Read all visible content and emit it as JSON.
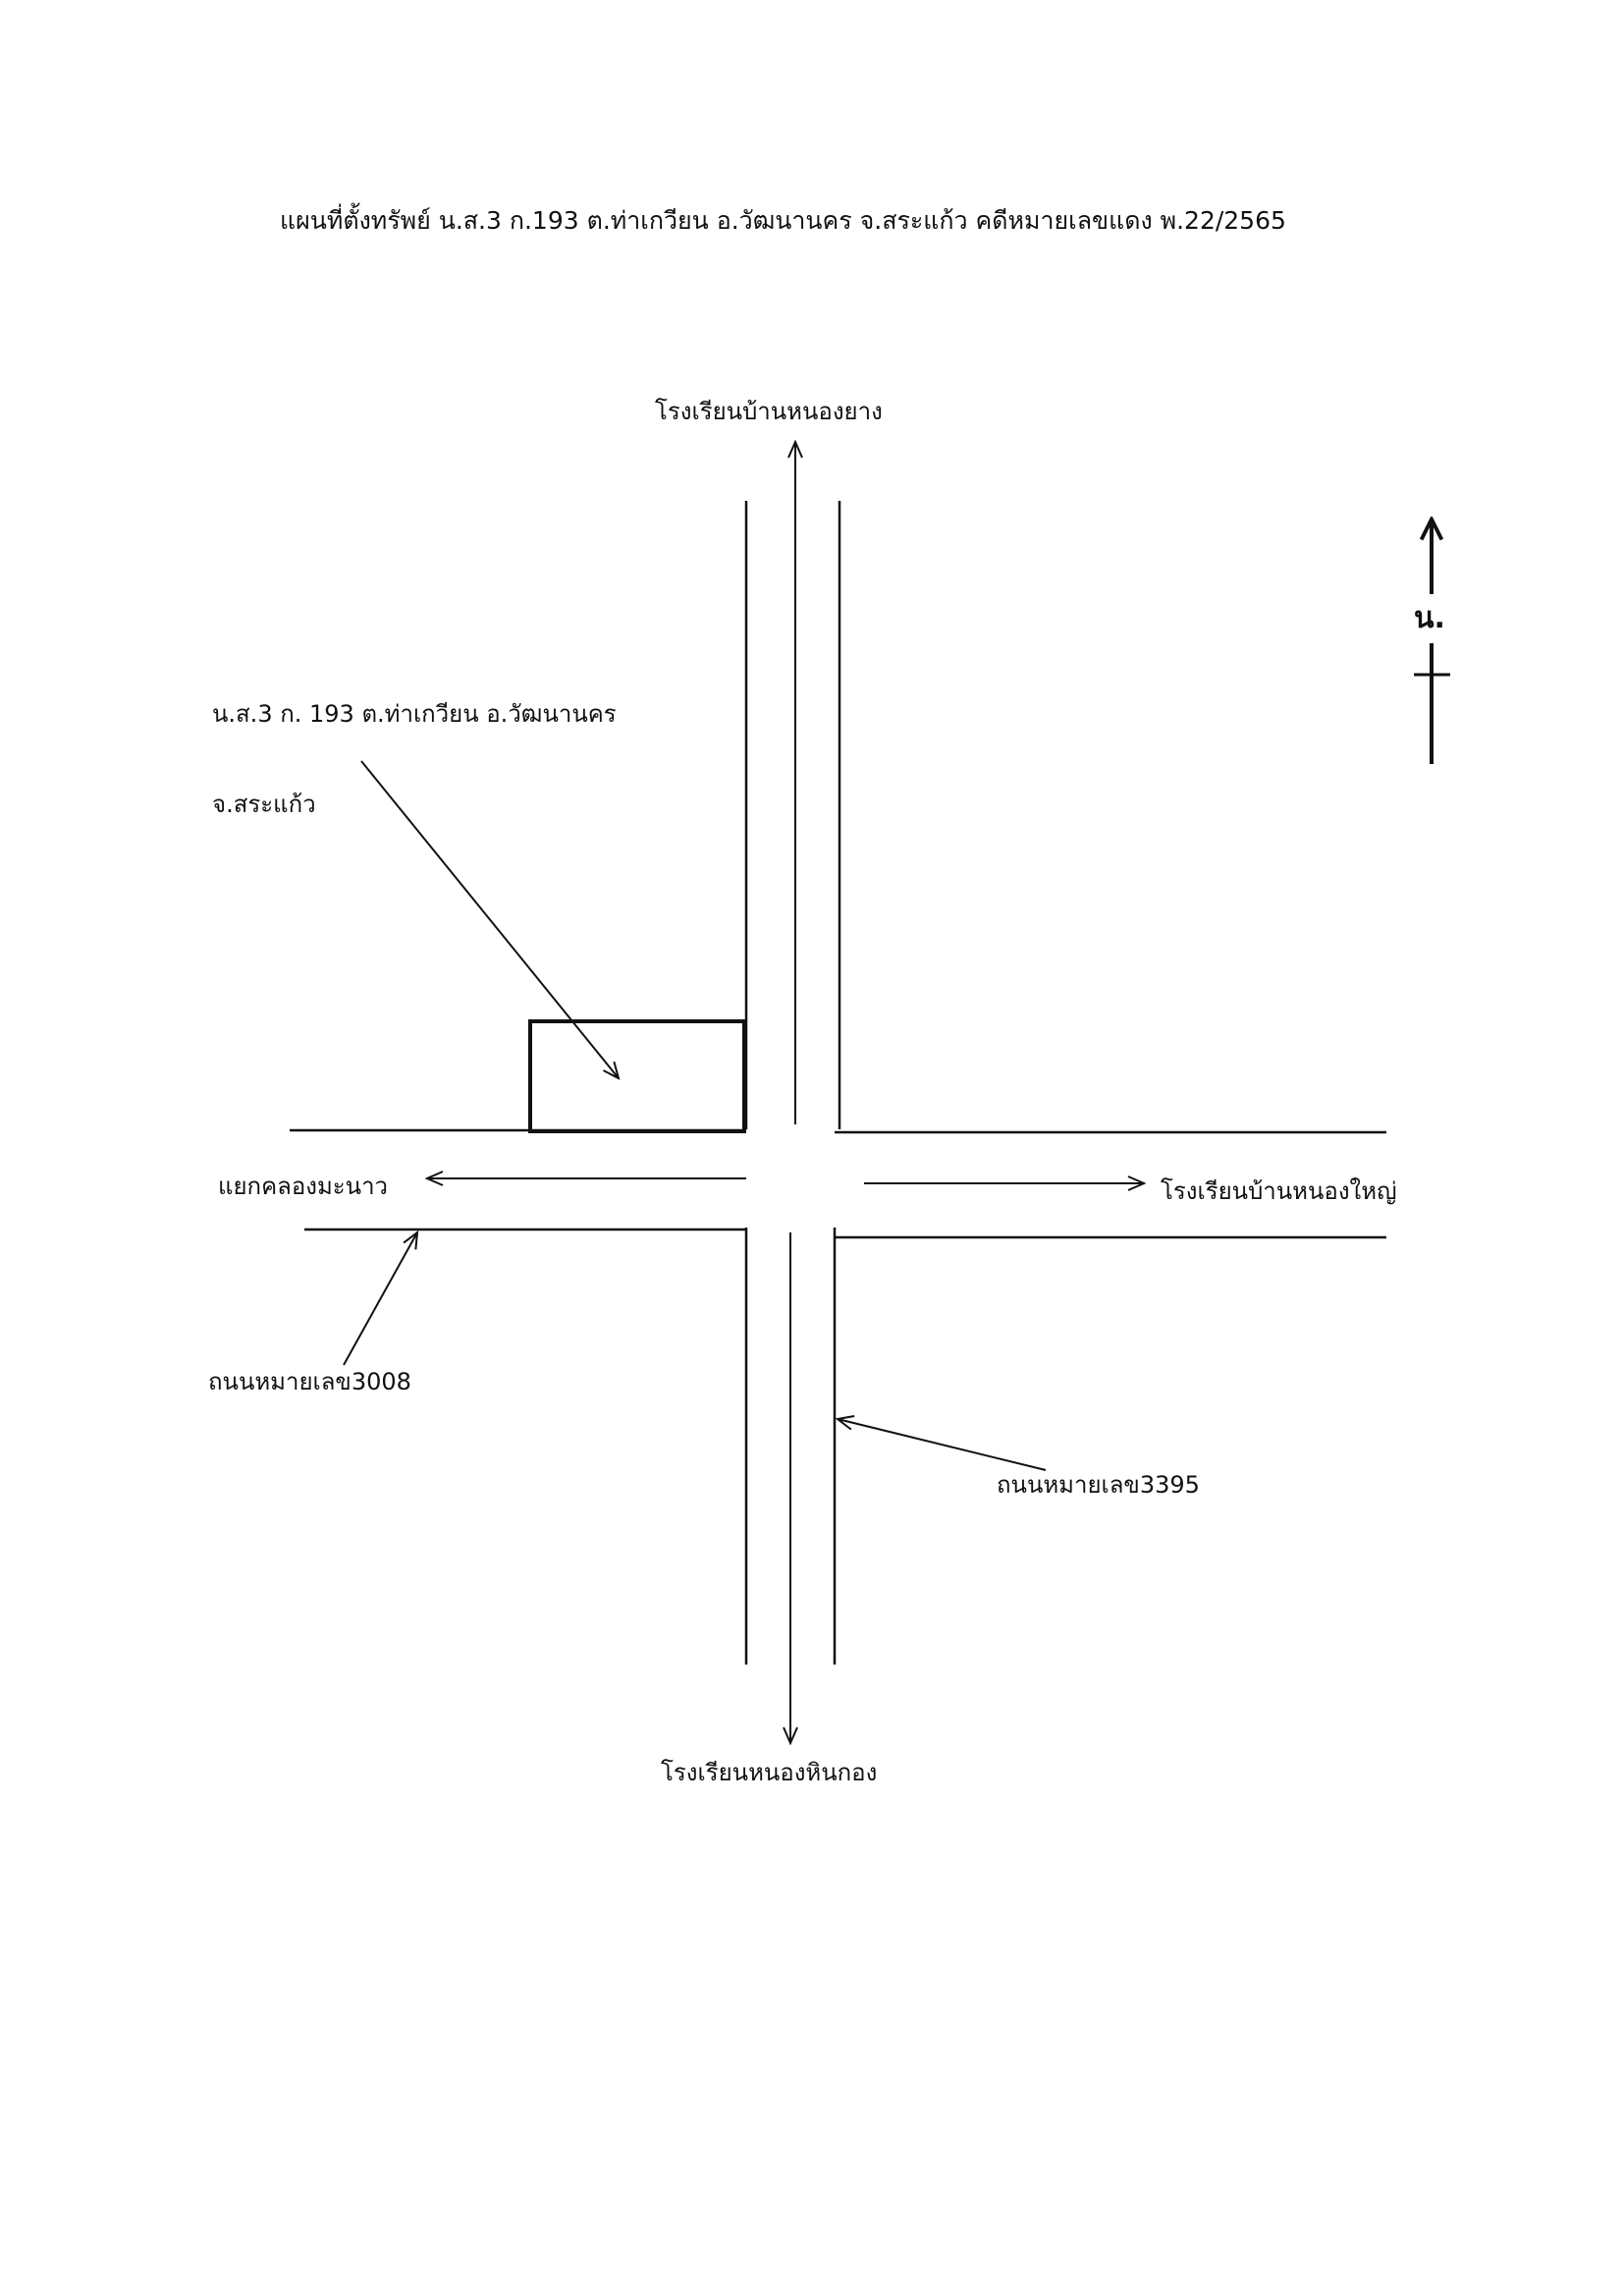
{
  "title": "แผนที่ตั้งทรัพย์ น.ส.3 ก.193 ต.ท่าเกวียน อ.วัฒนานคร จ.สระแก้ว คดีหมายเลขแดง พ.22/2565",
  "north_label": "น.",
  "parcel": {
    "label_line1": "น.ส.3 ก. 193 ต.ท่าเกวียน อ.วัฒนานคร",
    "label_line2": "จ.สระแก้ว"
  },
  "directions": {
    "north": "โรงเรียนบ้านหนองยาง",
    "south": "โรงเรียนหนองหินกอง",
    "west": "แยกคลองมะนาว",
    "east": "โรงเรียนบ้านหนองใหญ่"
  },
  "roads": {
    "horizontal": "ถนนหมายเลข3008",
    "vertical": "ถนนหมายเลข3395"
  },
  "colors": {
    "ink": "#111111",
    "paper": "#ffffff"
  }
}
